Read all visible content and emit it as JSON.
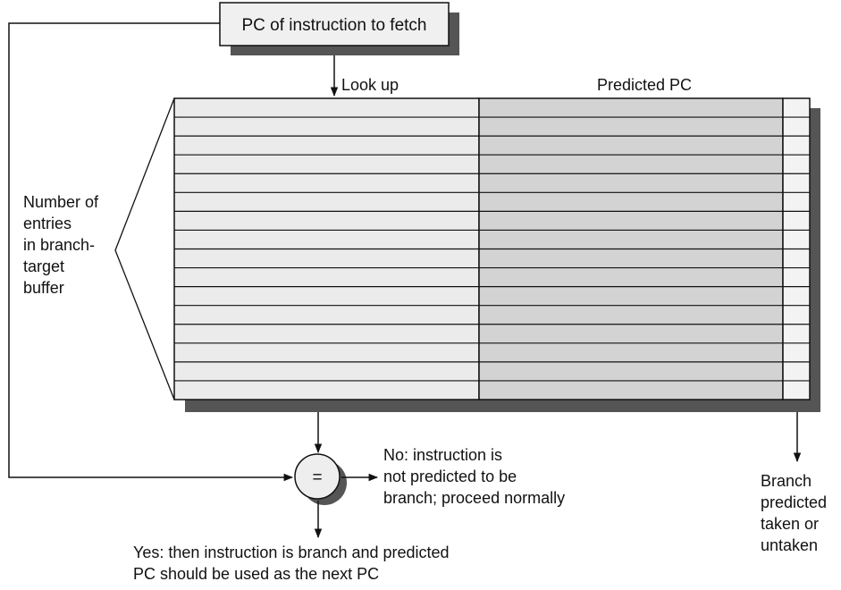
{
  "fetch_box": {
    "label": "PC of instruction to fetch"
  },
  "labels": {
    "lookup": "Look up",
    "predicted_pc": "Predicted PC",
    "comparator": "=",
    "entries_lines": [
      "Number of",
      "entries",
      "in branch-",
      "target",
      "buffer"
    ],
    "no_lines": [
      "No:  instruction is",
      "not predicted to be",
      "branch; proceed normally"
    ],
    "yes_lines": [
      "Yes:  then instruction is branch and predicted",
      "PC should be used as the next PC"
    ],
    "branch_lines": [
      "Branch",
      "predicted",
      "taken or",
      "untaken"
    ]
  },
  "buffer": {
    "entry_count": 16
  },
  "colors": {
    "line": "#111111",
    "shadow": "#555555",
    "lookup_column": "#ebebeb",
    "predicted_column": "#d3d3d3",
    "prediction_bit_column": "#f3f3f3",
    "fetch_box_fill": "#f0f0f0",
    "comparator_fill": "#eeeeee"
  }
}
